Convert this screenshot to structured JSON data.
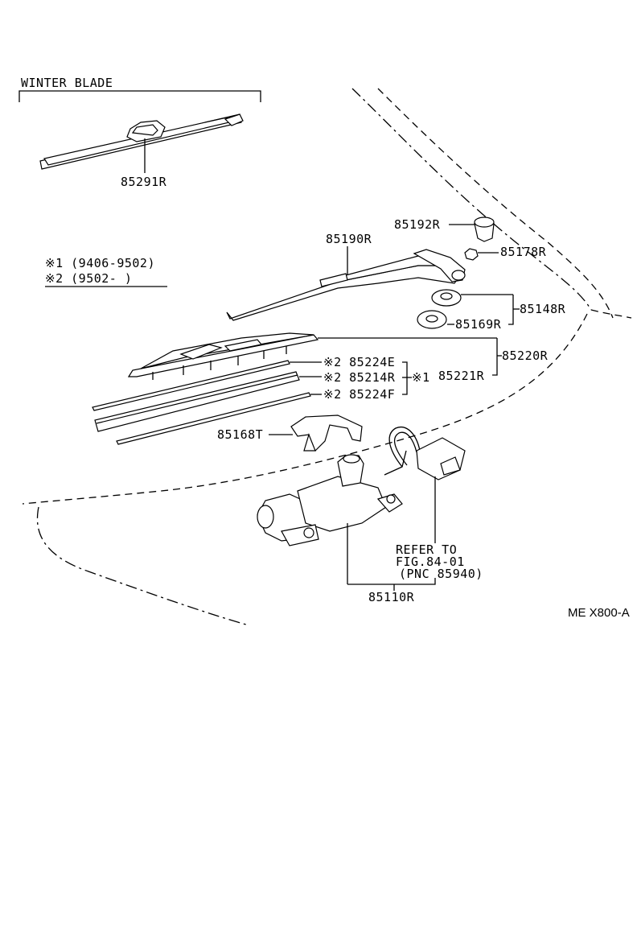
{
  "header": {
    "winter_blade": "WINTER BLADE"
  },
  "legend": {
    "note1": "※1  (9406-9502)",
    "note2": "※2  (9502-     )"
  },
  "parts": {
    "p85291R": "85291R",
    "p85190R": "85190R",
    "p85192R": "85192R",
    "p85178R": "85178R",
    "p85148R": "85148R",
    "p85169R": "85169R",
    "p85220R": "85220R",
    "p85224E": "※2  85224E",
    "p85214R": "※2  85214R",
    "p85224F": "※2  85224F",
    "mark1": "※1",
    "p85221R": "85221R",
    "p85168T": "85168T",
    "p85110R": "85110R"
  },
  "reference": {
    "line1": "REFER TO",
    "line2": "FIG.84-01",
    "line3": "(PNC 85940)"
  },
  "footer": {
    "code": "ME X800-A"
  }
}
